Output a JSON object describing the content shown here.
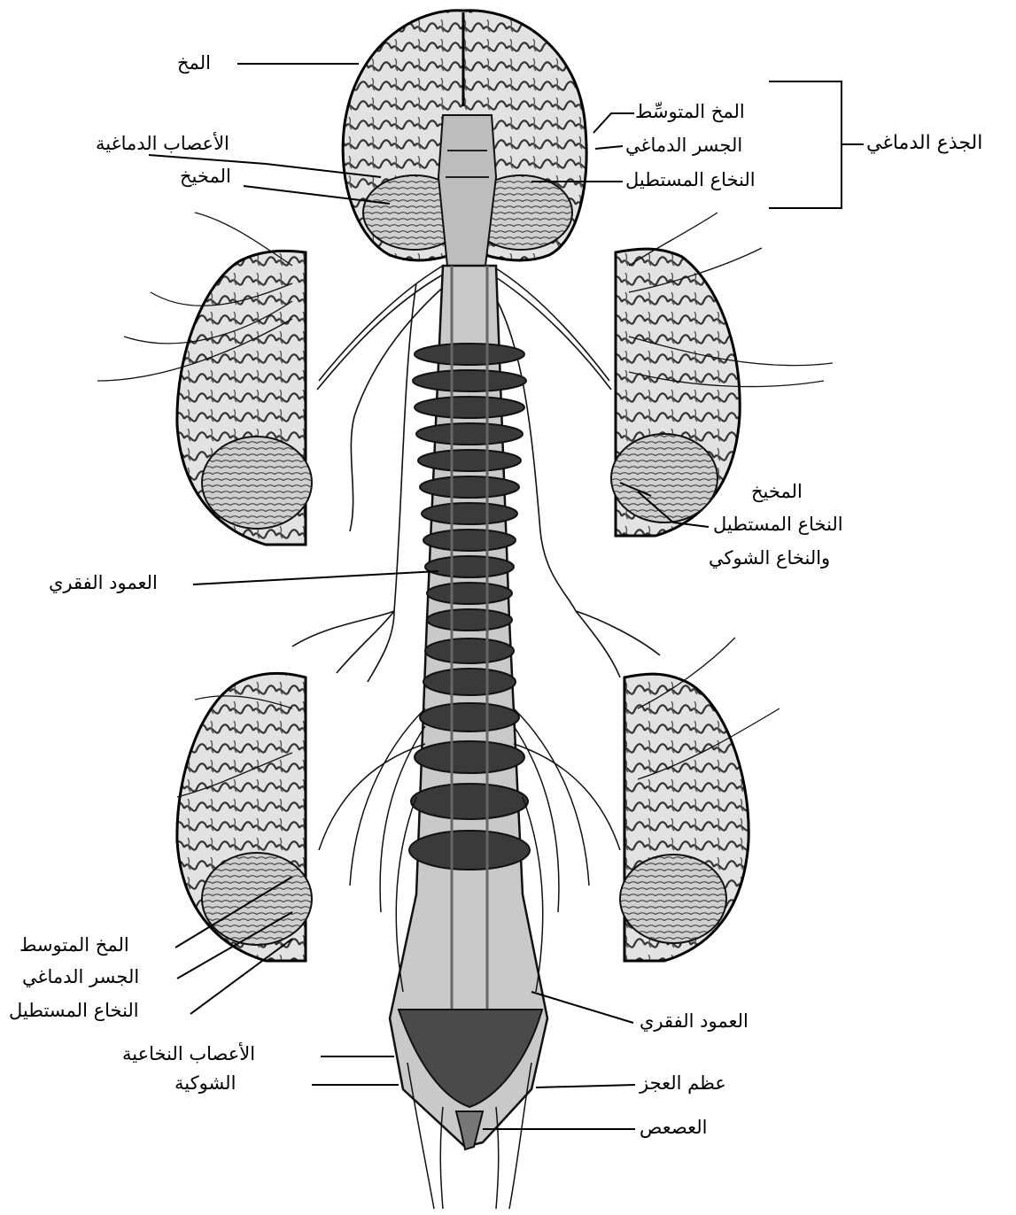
{
  "diagram": {
    "labels": {
      "cerebrum": "المخ",
      "midbrain_top": "المخ المتوسِّط",
      "pons_top": "الجسر الدماغي",
      "medulla_top": "النخاع المستطيل",
      "brainstem": "الجذع الدماغي",
      "cranial_nerves": "الأعصاب الدماغية",
      "cerebellum_top": "المخيخ",
      "cerebellum_right": "المخيخ",
      "medulla_spinal_1": "النخاع المستطيل",
      "medulla_spinal_2": "والنخاع الشوكي",
      "vertebral_column_left": "العمود الفقري",
      "midbrain_bottom": "المخ المتوسط",
      "pons_bottom": "الجسر الدماغي",
      "medulla_bottom": "النخاع المستطيل",
      "vertebral_column_right": "العمود الفقري",
      "spinal_nerves_1": "الأعصاب النخاعية",
      "spinal_nerves_2": "الشوكية",
      "sacrum": "عظم العجز",
      "coccyx": "العصعص"
    },
    "colors": {
      "ink": "#000000",
      "tissue": "#d6d6d6",
      "tissue_dark": "#9a9a9a",
      "paper": "#ffffff"
    }
  }
}
